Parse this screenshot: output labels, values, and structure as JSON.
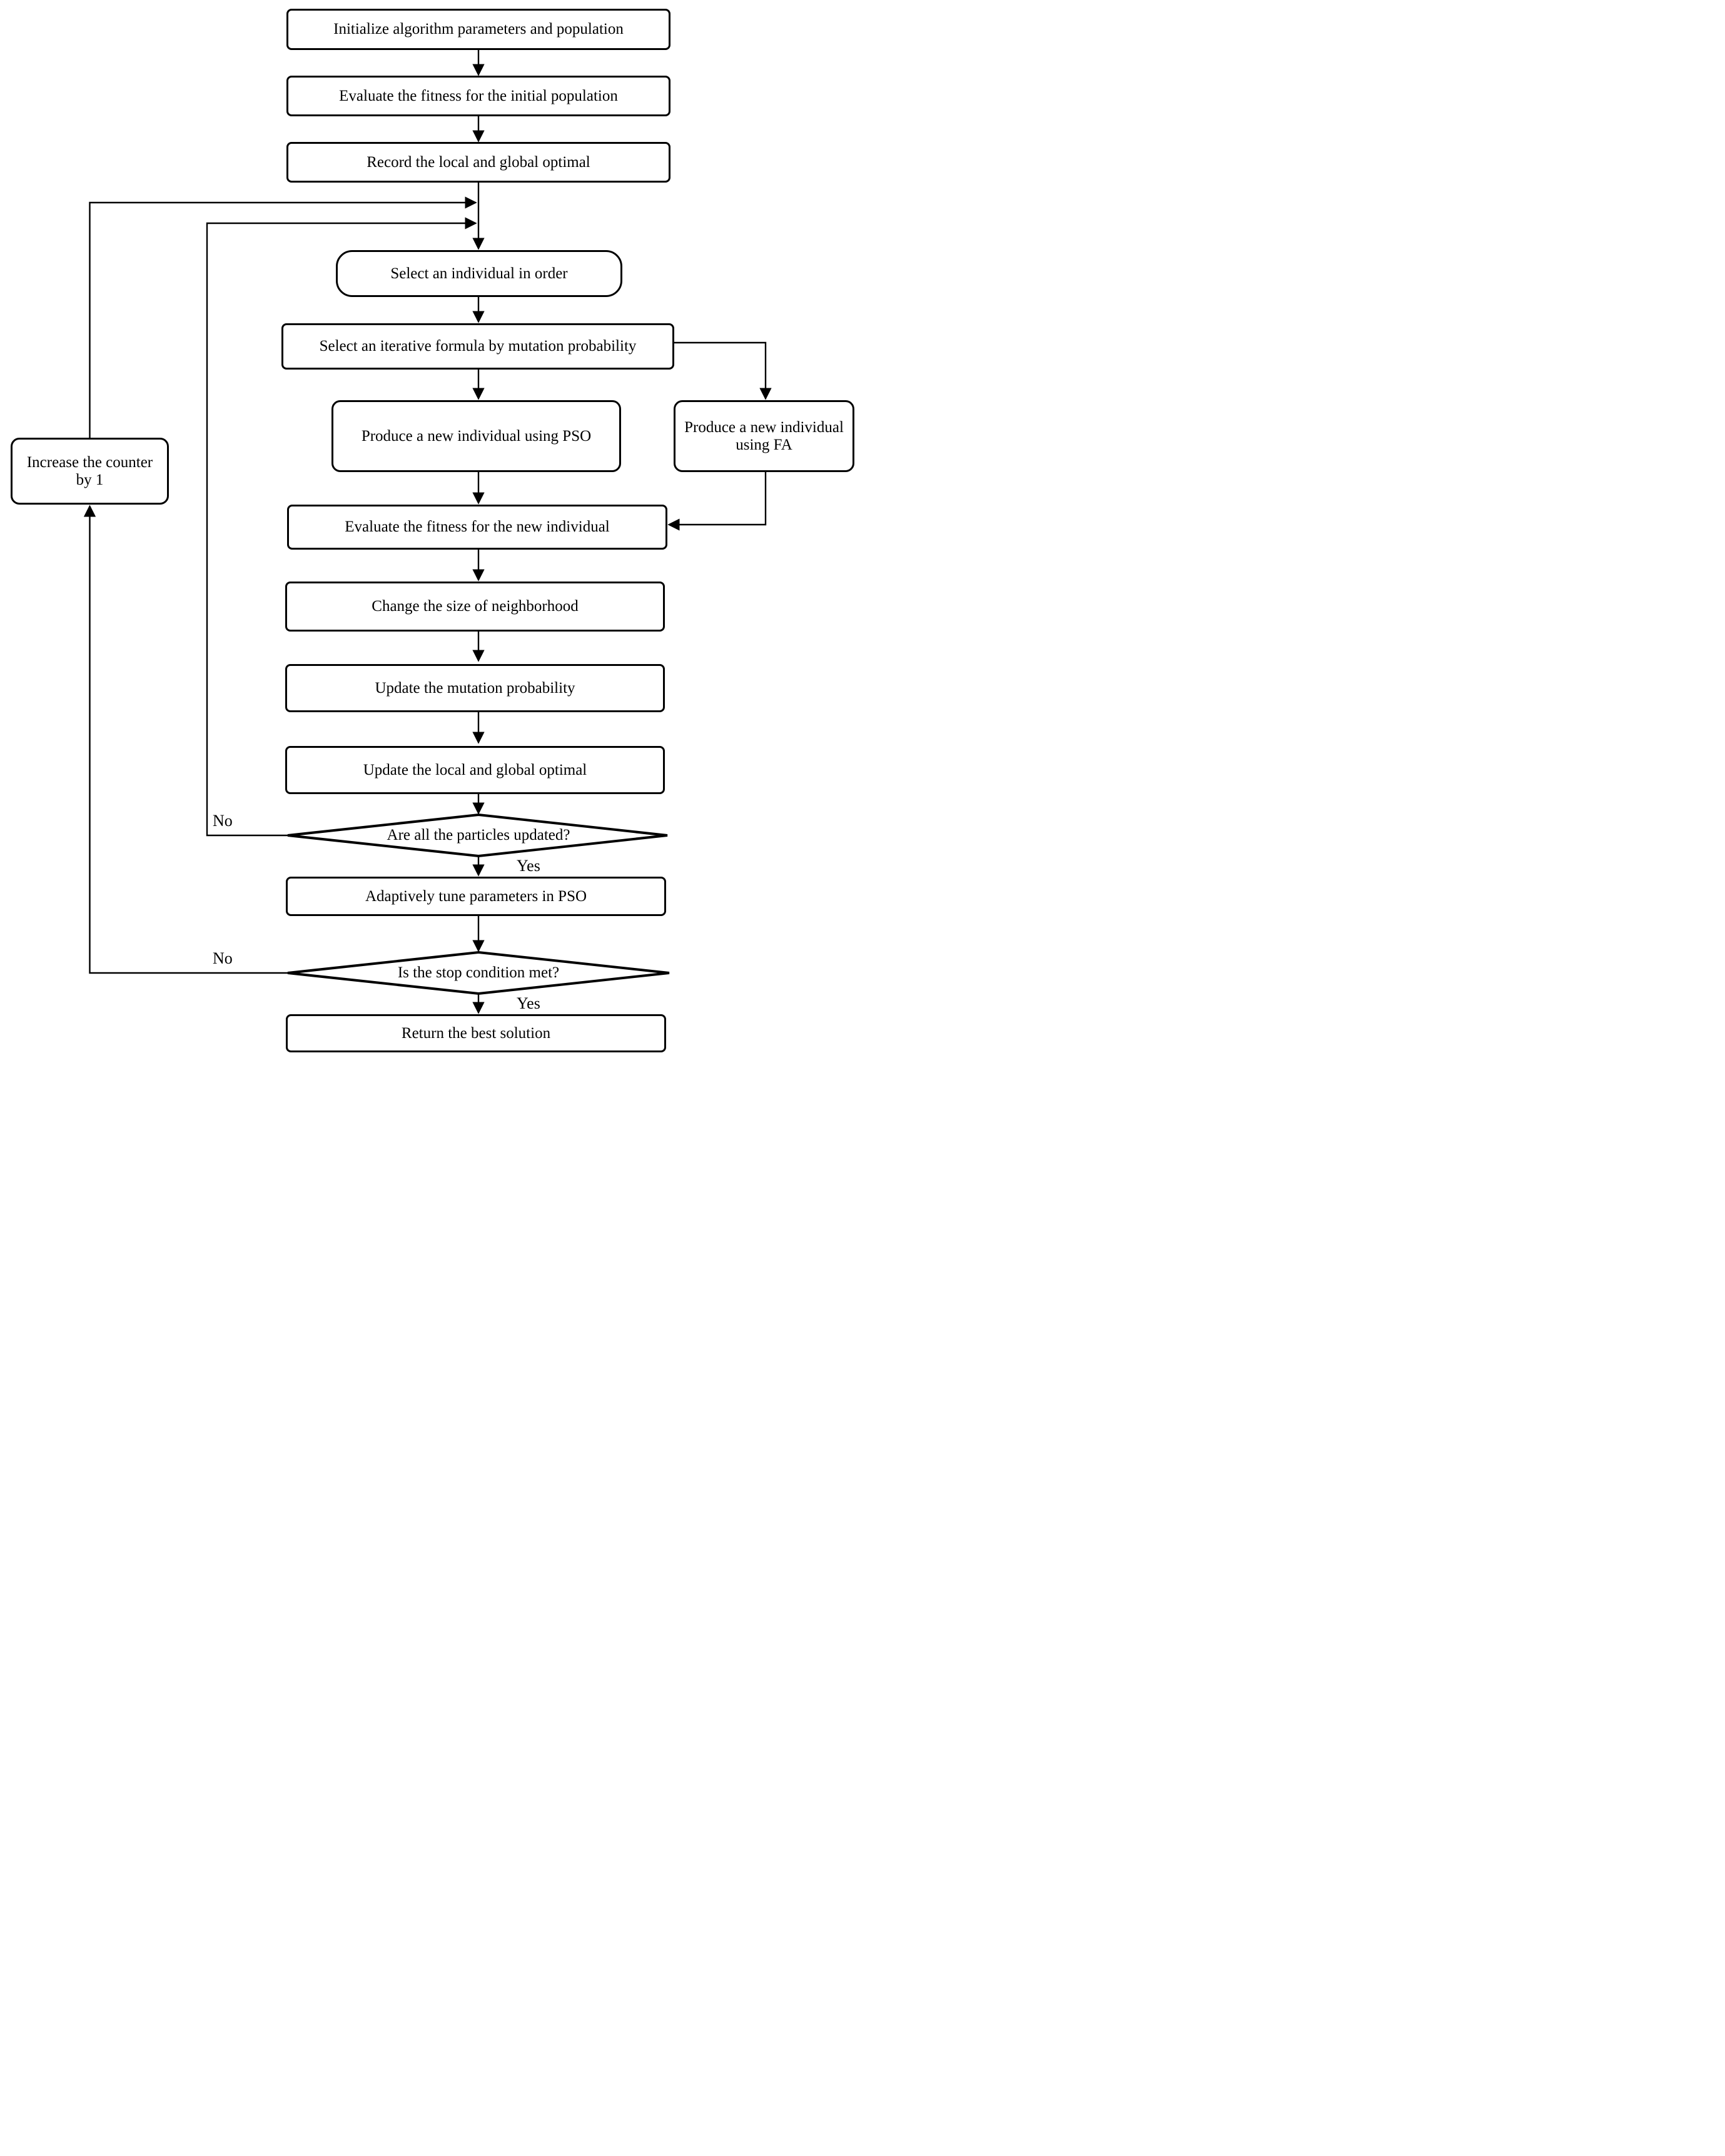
{
  "figure": {
    "type": "flowchart",
    "background_color": "#ffffff",
    "line_color": "#000000",
    "text_color": "#000000",
    "nodes": {
      "initialize": "Initialize algorithm parameters and population",
      "evaluate_initial": "Evaluate the fitness for the initial population",
      "record_optimal": "Record the local and global optimal",
      "select_individual": "Select an individual in order",
      "select_formula": "Select an iterative formula by mutation probability",
      "produce_pso": "Produce a new individual using PSO",
      "produce_fa": "Produce a new individual using FA",
      "evaluate_new": "Evaluate the fitness for the new individual",
      "change_neighborhood": "Change the size of neighborhood",
      "update_mutation": "Update the mutation probability",
      "update_optimal": "Update the local and global optimal",
      "particles_updated": "Are all the particles updated?",
      "tune_pso": "Adaptively tune parameters in PSO",
      "stop_condition": "Is the stop condition met?",
      "return_best": "Return the best solution",
      "increase_counter": "Increase the counter by 1"
    },
    "edge_labels": {
      "particles_no": "No",
      "particles_yes": "Yes",
      "stop_no": "No",
      "stop_yes": "Yes"
    }
  }
}
